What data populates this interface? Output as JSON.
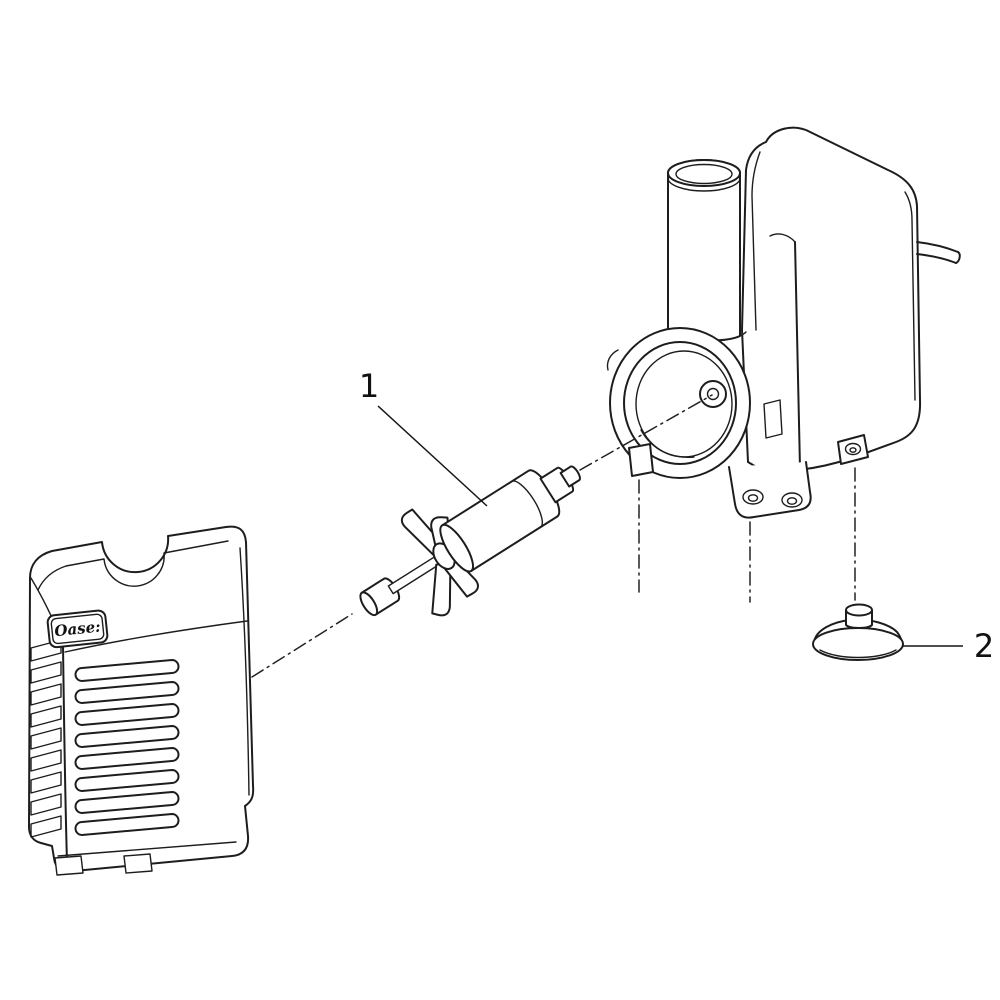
{
  "diagram": {
    "background_color": "#ffffff",
    "line_color": "#1d1d1d",
    "brand_label": "Oase:",
    "callouts": [
      {
        "number": "1",
        "target": "impeller-rotor-assembly"
      },
      {
        "number": "2",
        "target": "suction-cup"
      }
    ],
    "parts": [
      "intake-cover-grille",
      "impeller-rotor-assembly",
      "pump-motor-housing",
      "outlet-tube",
      "volute-front-collar",
      "mounting-foot",
      "power-cord",
      "suction-cup"
    ]
  }
}
